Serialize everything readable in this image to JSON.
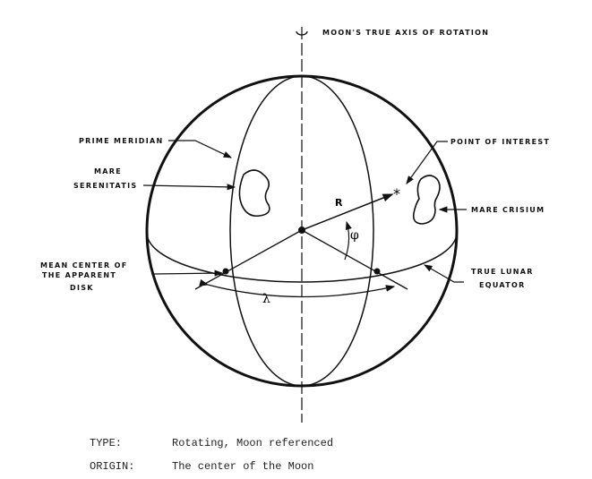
{
  "diagram": {
    "labels": {
      "axis": "MOON'S TRUE AXIS OF ROTATION",
      "prime_meridian": "PRIME MERIDIAN",
      "mare_serenitatis_1": "MARE",
      "mare_serenitatis_2": "SERENITATIS",
      "point_of_interest": "POINT OF INTEREST",
      "mare_crisium": "MARE CRISIUM",
      "mean_center_1": "MEAN CENTER OF",
      "mean_center_2": "THE APPARENT",
      "mean_center_3": "DISK",
      "equator_1": "TRUE LUNAR",
      "equator_2": "EQUATOR",
      "radius": "R",
      "latitude": "φ",
      "longitude": "λ"
    }
  },
  "caption": {
    "type_label": "TYPE:",
    "type_value": "Rotating, Moon referenced",
    "origin_label": "ORIGIN:",
    "origin_value": "The center of the Moon"
  }
}
